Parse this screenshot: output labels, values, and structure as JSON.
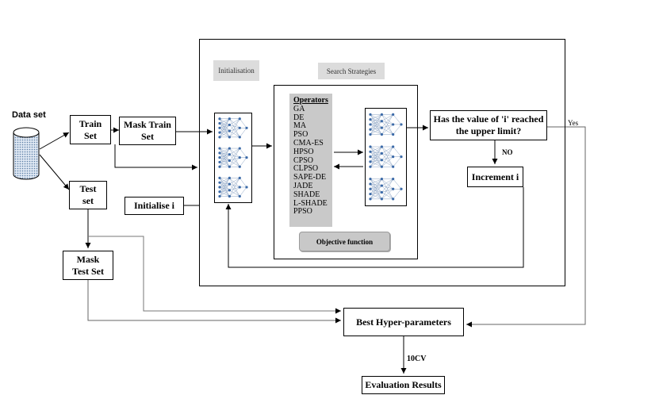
{
  "dataset": {
    "label": "Data set"
  },
  "train_set": {
    "label": "Train\nSet"
  },
  "mask_train_set": {
    "label": "Mask Train\nSet"
  },
  "test_set": {
    "label": "Test\nset"
  },
  "mask_test_set": {
    "label": "Mask\nTest Set"
  },
  "initialise_i": {
    "label": "Initialise i"
  },
  "initialisation_tab": {
    "label": "Initialisation"
  },
  "search_strategies_tab": {
    "label": "Search Strategies"
  },
  "operators": {
    "title": "Operators",
    "items": [
      "GA",
      "DE",
      "MA",
      "PSO",
      "CMA-ES",
      "HPSO",
      "CPSO",
      "CLPSO",
      "SAPE-DE",
      "JADE",
      "SHADE",
      "L-SHADE",
      "PPSO"
    ]
  },
  "objective_function": {
    "label": "Objective function"
  },
  "decision": {
    "label": "Has the value of 'i' reached\nthe upper limit?"
  },
  "increment": {
    "label": "Increment i"
  },
  "yes_label": "Yes",
  "no_label": "NO",
  "best_hyper": {
    "label": "Best Hyper-parameters"
  },
  "cv_label": "10CV",
  "evaluation": {
    "label": "Evaluation Results"
  },
  "colors": {
    "gray_panel": "#c9c9c9",
    "tab_gray": "#dcdcdc",
    "node_blue": "#3b6aa8",
    "line": "#000000"
  }
}
